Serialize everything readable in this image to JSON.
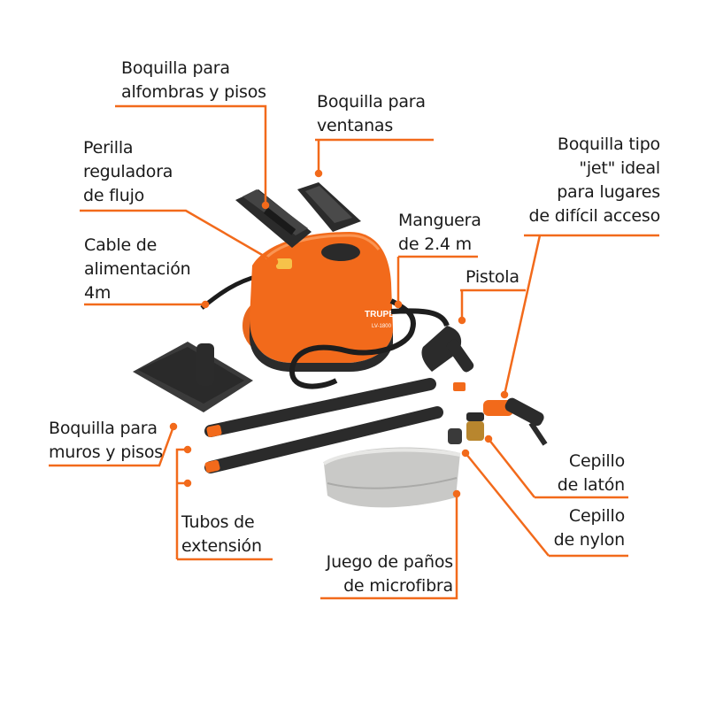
{
  "brand": {
    "accent": "#f26a1b",
    "logo_text": "TRUPER",
    "model_text": "LV-1800"
  },
  "labels": {
    "boquilla_alfombras": [
      "Boquilla para",
      "alfombras y pisos"
    ],
    "boquilla_ventanas": [
      "Boquilla para",
      "ventanas"
    ],
    "perilla": [
      "Perilla",
      "reguladora",
      "de flujo"
    ],
    "cable": [
      "Cable de",
      "alimentación",
      "4m"
    ],
    "manguera": [
      "Manguera",
      "de 2.4 m"
    ],
    "pistola": [
      "Pistola"
    ],
    "boquilla_jet": [
      "Boquilla tipo",
      "\"jet\"  ideal",
      "para lugares",
      "de difícil acceso"
    ],
    "boquilla_muros": [
      "Boquilla para",
      "muros y pisos"
    ],
    "tubos": [
      "Tubos de",
      "extensión"
    ],
    "cepillo_laton": [
      "Cepillo",
      "de latón"
    ],
    "cepillo_nylon": [
      "Cepillo",
      "de nylon"
    ],
    "panos": [
      "Juego de paños",
      "de microfibra"
    ]
  }
}
